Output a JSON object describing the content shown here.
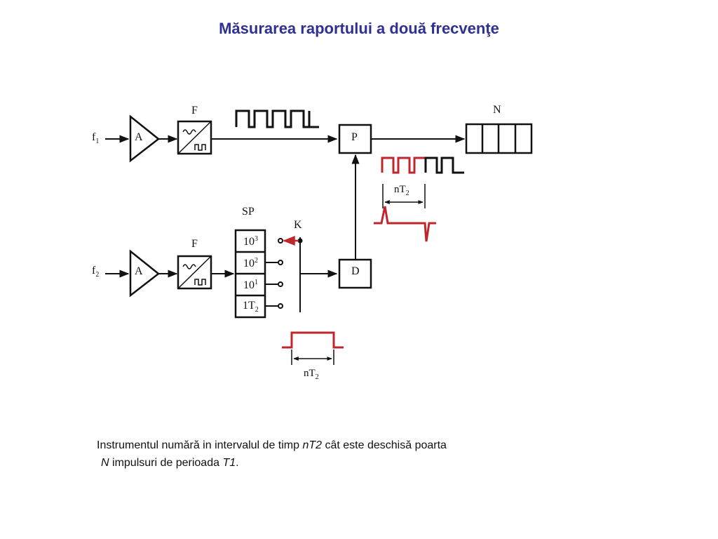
{
  "title": "Măsurarea raportului a două frecvenţe",
  "inputs": [
    {
      "label": "f",
      "sub": "1"
    },
    {
      "label": "f",
      "sub": "2"
    }
  ],
  "blocks": {
    "amp": "A",
    "filter": "F",
    "gate": "P",
    "divider": "D",
    "counter": "N",
    "selector": "SP",
    "switch": "K"
  },
  "selector_positions": [
    {
      "base": "10",
      "sup": "3",
      "sub": ""
    },
    {
      "base": "10",
      "sup": "2",
      "sub": ""
    },
    {
      "base": "10",
      "sup": "1",
      "sub": ""
    },
    {
      "base": "1T",
      "sup": "",
      "sub": "2"
    }
  ],
  "interval_label": {
    "base": "nT",
    "sub": "2"
  },
  "caption": {
    "l1_a": "Instrumentul numără in intervalul de timp ",
    "l1_b": "nT2",
    "l1_c": " cât este deschisă poarta",
    "l2_a": "N",
    "l2_b": " impulsuri de perioada ",
    "l2_c": "T1",
    "l2_d": "."
  },
  "colors": {
    "title": "#2e3192",
    "signal": "#c0272d",
    "line": "#111111"
  }
}
